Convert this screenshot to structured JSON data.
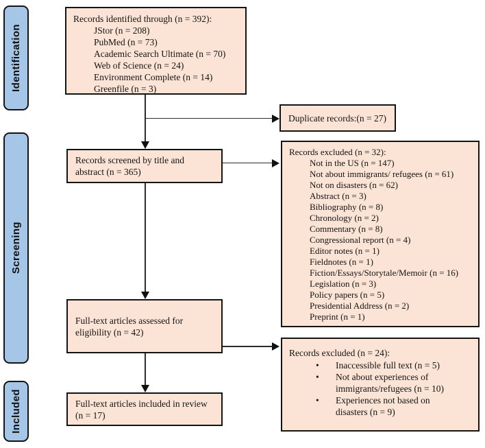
{
  "colors": {
    "box_fill": "#fbe3d5",
    "box_border": "#141414",
    "stage_fill": "#a6c6e7",
    "arrow": "#111111"
  },
  "stages": {
    "identification": "Identification",
    "screening": "Screening",
    "included": "Included"
  },
  "flow": {
    "identified": {
      "title": "Records identified through (n = 392):",
      "items": [
        "JStor (n = 208)",
        "PubMed (n = 73)",
        "Academic Search Ultimate (n = 70)",
        "Web of Science (n = 24)",
        "Environment Complete (n = 14)",
        "Greenfile (n = 3)"
      ]
    },
    "duplicates": {
      "text": "Duplicate records:(n = 27)"
    },
    "screened": {
      "text": "Records screened by title and\nabstract (n = 365)"
    },
    "excluded_screening": {
      "title": "Records excluded (n = 32):",
      "items": [
        "Not in the US (n = 147)",
        "Not about immigrants/ refugees (n = 61)",
        "Not on disasters (n = 62)",
        "Abstract (n = 3)",
        "Bibliography (n = 8)",
        "Chronology (n = 2)",
        "Commentary (n = 8)",
        "Congressional report (n = 4)",
        "Editor notes (n = 1)",
        "Fieldnotes (n = 1)",
        "Fiction/Essays/Storytale/Memoir (n = 16)",
        "Legislation (n = 3)",
        "Policy papers (n = 5)",
        "Presidential Address (n = 2)",
        "Preprint (n = 1)"
      ]
    },
    "fulltext_assessed": {
      "text": "Full-text articles assessed for\neligibility (n = 42)"
    },
    "excluded_fulltext": {
      "title": "Records excluded (n = 24):",
      "items": [
        "Inaccessible full text (n = 5)",
        "Not about experiences of\nimmigrants/refugees (n = 10)",
        "Experiences not based on\ndisasters (n = 9)"
      ]
    },
    "included_review": {
      "text": "Full-text articles included in review\n(n = 17)"
    }
  }
}
